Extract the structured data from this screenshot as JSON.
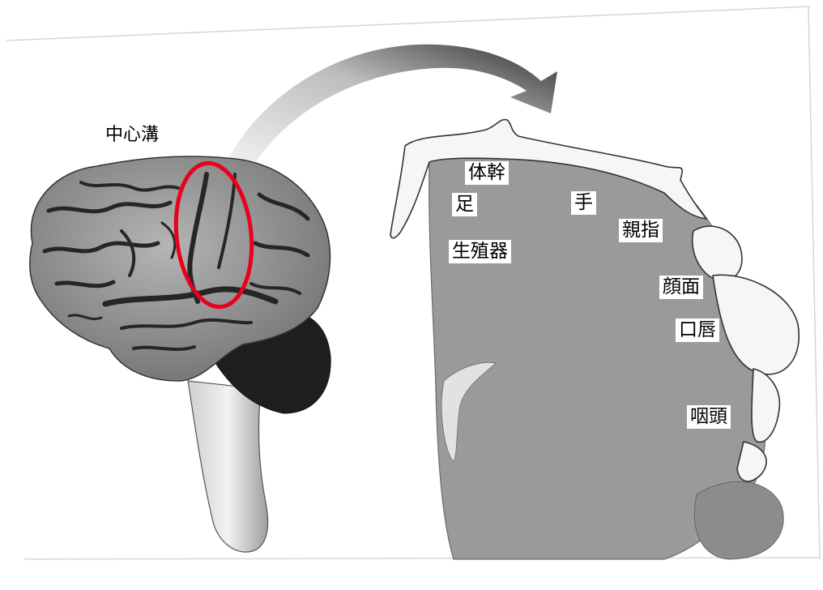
{
  "labels": {
    "central_sulcus": "中心溝"
  },
  "homunculus_labels": [
    "体幹",
    "足",
    "手",
    "親指",
    "生殖器",
    "顔面",
    "口唇",
    "咽頭"
  ],
  "colors": {
    "highlight_ring": "#e8001c",
    "cortex_section": "#9a9a9a",
    "brain_surface": "#8a8a8a",
    "sulci": "#2a2a2a",
    "arrow": "#3a3a3a",
    "background": "#ffffff"
  }
}
